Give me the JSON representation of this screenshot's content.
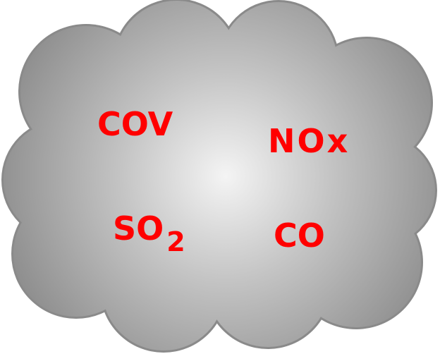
{
  "cloud": {
    "colors": {
      "center": "#f4f4f4",
      "mid": "#c4c4c4",
      "edge": "#8e8e8e",
      "outline": "#8a8a8a",
      "label": "#ff0000"
    }
  },
  "labels": {
    "cov": "COV",
    "nox": "NOx",
    "so2_base": "SO",
    "so2_subscript": "2",
    "co": "CO"
  }
}
